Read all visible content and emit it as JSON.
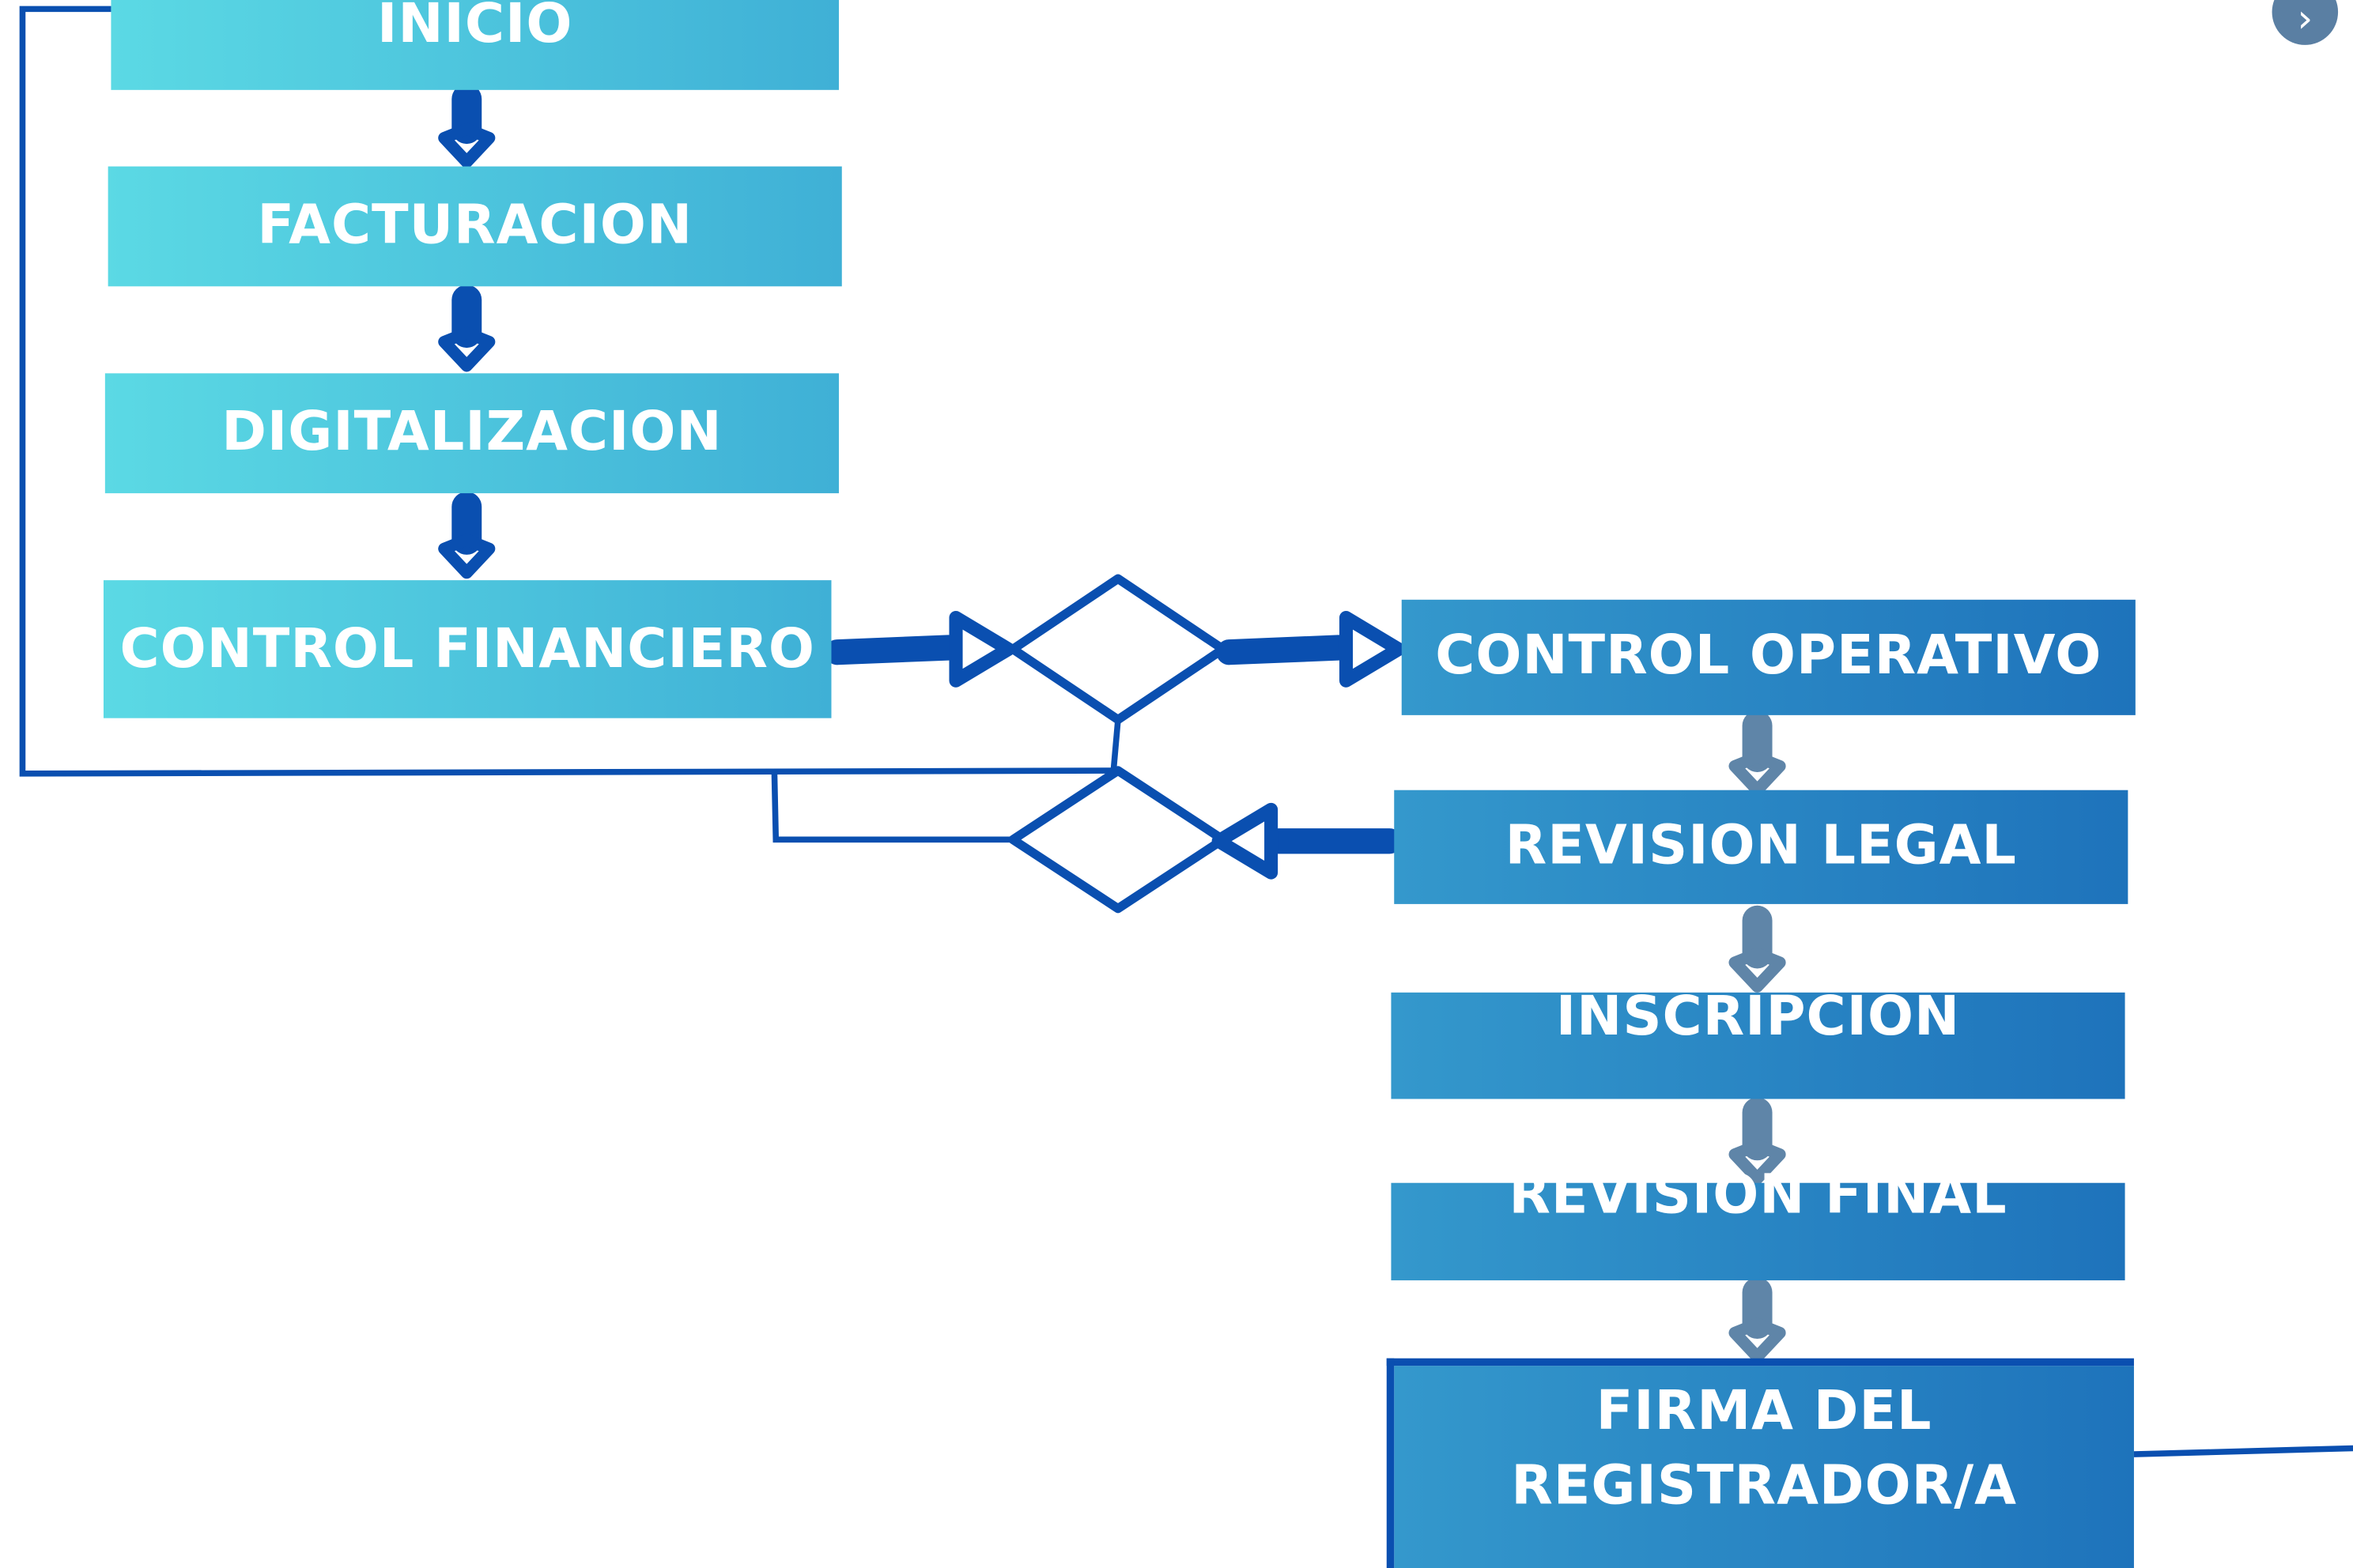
{
  "diagram": {
    "nodes": [
      {
        "id": "inicio",
        "label": "INICIO",
        "style": "light"
      },
      {
        "id": "facturacion",
        "label": "FACTURACION",
        "style": "light"
      },
      {
        "id": "digitalizacion",
        "label": "DIGITALIZACION",
        "style": "light"
      },
      {
        "id": "control_financiero",
        "label": "CONTROL FINANCIERO",
        "style": "light"
      },
      {
        "id": "control_operativo",
        "label": "CONTROL OPERATIVO",
        "style": "dark"
      },
      {
        "id": "revision_legal",
        "label": "REVISION LEGAL",
        "style": "dark"
      },
      {
        "id": "inscripcion",
        "label": "INSCRIPCION",
        "style": "dark"
      },
      {
        "id": "revision_final",
        "label": "REVISION FINAL",
        "style": "dark"
      },
      {
        "id": "firma",
        "label_line1": "FIRMA DEL",
        "label_line2": "REGISTRADOR/A",
        "style": "dark"
      }
    ],
    "edges": [
      {
        "from": "inicio",
        "to": "facturacion"
      },
      {
        "from": "facturacion",
        "to": "digitalizacion"
      },
      {
        "from": "digitalizacion",
        "to": "control_financiero"
      },
      {
        "from": "control_financiero",
        "to": "decision-1"
      },
      {
        "from": "decision-1",
        "to": "control_operativo"
      },
      {
        "from": "control_operativo",
        "to": "revision_legal"
      },
      {
        "from": "revision_legal",
        "to": "decision-2"
      },
      {
        "from": "revision_legal",
        "to": "inscripcion"
      },
      {
        "from": "inscripcion",
        "to": "revision_final"
      },
      {
        "from": "revision_final",
        "to": "firma"
      }
    ],
    "decisions": [
      "decision-1",
      "decision-2"
    ]
  },
  "colors": {
    "light_box_start": "#5bd9e4",
    "light_box_end": "#3fb0d6",
    "dark_box_start": "#3498cc",
    "dark_box_end": "#1e73bb",
    "connector": "#0a4fb0",
    "arrow_light": "#0a4fb0",
    "arrow_dark": "#5f85a8",
    "nav_button": "#5a7fa3"
  },
  "ui": {
    "next_icon": "chevron-right-icon",
    "next_glyph": "›"
  }
}
